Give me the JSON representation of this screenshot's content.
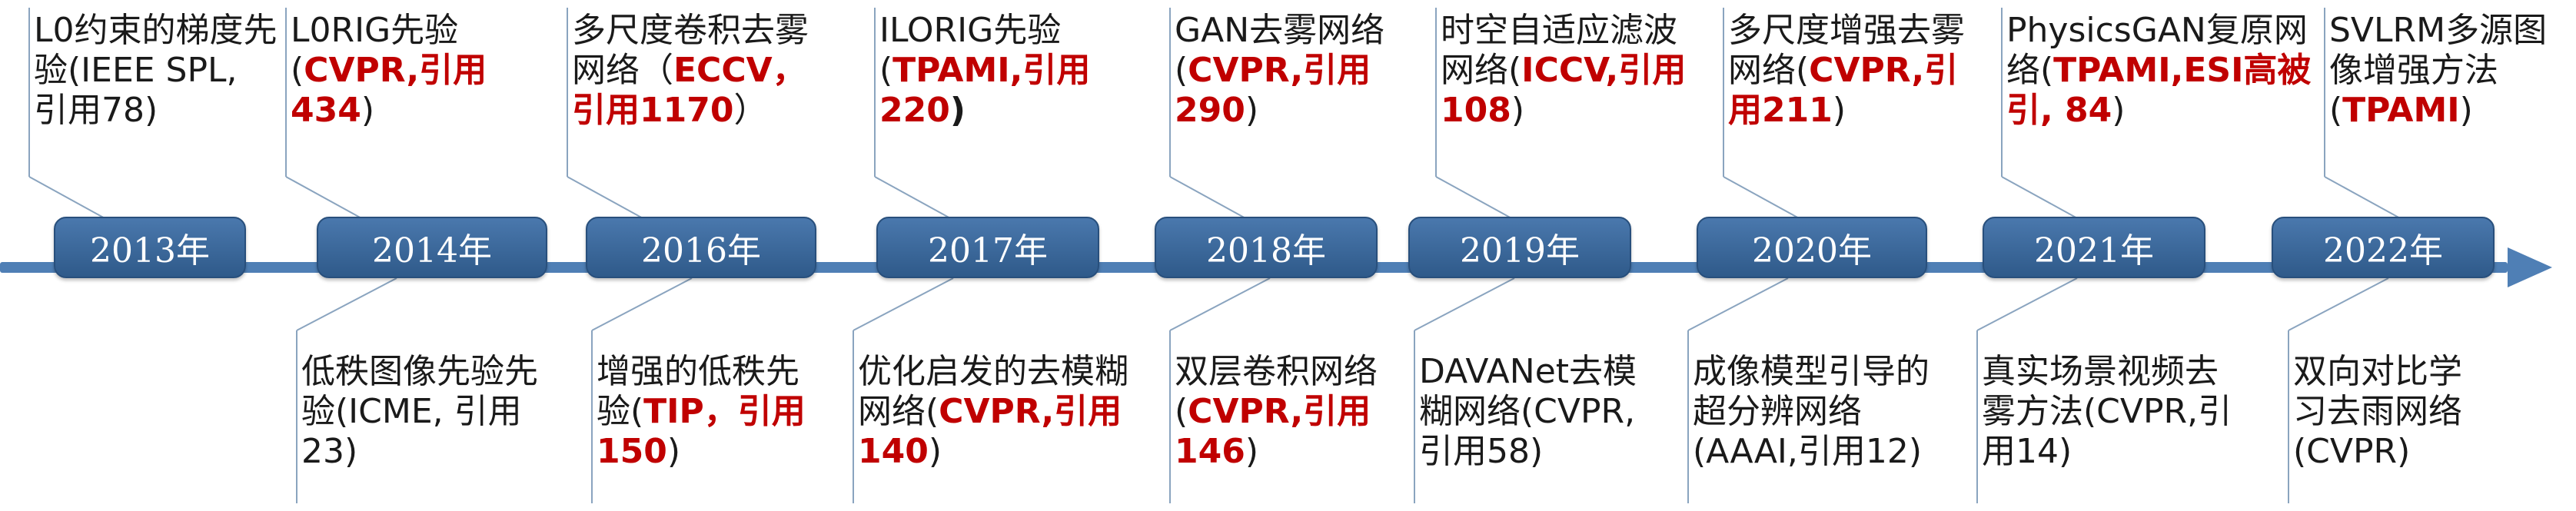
{
  "colors": {
    "axis": "#4f7fb5",
    "box_fill": "#3d6ca0",
    "box_border": "#284f7c",
    "connector": "#8aa4bf",
    "highlight": "#c00000",
    "text": "#1a1a1a"
  },
  "years": [
    "2013年",
    "2014年",
    "2016年",
    "2017年",
    "2018年",
    "2019年",
    "2020年",
    "2021年",
    "2022年"
  ],
  "top_labels": [
    {
      "year": "2013年",
      "parts": [
        {
          "t": "L0约束的梯度先验(IEEE SPL, 引用78)",
          "s": "n"
        }
      ]
    },
    {
      "year": "2014年",
      "parts": [
        {
          "t": "L0RIG先验",
          "s": "n"
        },
        {
          "t": "(",
          "s": "n"
        },
        {
          "t": "CVPR,引用434",
          "s": "h"
        },
        {
          "t": ")",
          "s": "n"
        }
      ]
    },
    {
      "year": "2016年",
      "parts": [
        {
          "t": "多尺度卷积去雾网络（",
          "s": "n"
        },
        {
          "t": "ECCV，引用1170",
          "s": "h"
        },
        {
          "t": "）",
          "s": "n"
        }
      ]
    },
    {
      "year": "2017年",
      "parts": [
        {
          "t": "ILORIG先验",
          "s": "n"
        },
        {
          "t": "(",
          "s": "n"
        },
        {
          "t": "TPAMI,引用220",
          "s": "h"
        },
        {
          "t": ")",
          "s": "b"
        }
      ]
    },
    {
      "year": "2018年",
      "parts": [
        {
          "t": "GAN去雾网络",
          "s": "n"
        },
        {
          "t": "(",
          "s": "n"
        },
        {
          "t": "CVPR,引用290",
          "s": "h"
        },
        {
          "t": ")",
          "s": "n"
        }
      ]
    },
    {
      "year": "2019年",
      "parts": [
        {
          "t": "时空自适应滤波网络",
          "s": "n"
        },
        {
          "t": "(",
          "s": "n"
        },
        {
          "t": "ICCV,引用108",
          "s": "h"
        },
        {
          "t": ")",
          "s": "n"
        }
      ]
    },
    {
      "year": "2020年",
      "parts": [
        {
          "t": "多尺度增强去雾网络",
          "s": "n"
        },
        {
          "t": "(",
          "s": "n"
        },
        {
          "t": "CVPR,引用211",
          "s": "h"
        },
        {
          "t": ")",
          "s": "n"
        }
      ]
    },
    {
      "year": "2021年",
      "parts": [
        {
          "t": "PhysicsGAN复原网络",
          "s": "n"
        },
        {
          "t": "(",
          "s": "n"
        },
        {
          "t": "TPAMI,ESI高被引, 84",
          "s": "h"
        },
        {
          "t": ")",
          "s": "n"
        }
      ]
    },
    {
      "year": "2022年",
      "parts": [
        {
          "t": "SVLRM多源图像增强方法",
          "s": "n"
        },
        {
          "t": "(",
          "s": "n"
        },
        {
          "t": "TPAMI",
          "s": "h"
        },
        {
          "t": ")",
          "s": "n"
        }
      ]
    }
  ],
  "bottom_labels": [
    {
      "year": "2014年",
      "parts": [
        {
          "t": "低秩图像先验先验(ICME, 引用23)",
          "s": "n"
        }
      ]
    },
    {
      "year": "2016年",
      "parts": [
        {
          "t": "增强的低秩先验",
          "s": "n"
        },
        {
          "t": "(",
          "s": "n"
        },
        {
          "t": "TIP，引用150",
          "s": "h"
        },
        {
          "t": ")",
          "s": "n"
        }
      ]
    },
    {
      "year": "2017年",
      "parts": [
        {
          "t": "优化启发的去模糊网络",
          "s": "n"
        },
        {
          "t": "(",
          "s": "n"
        },
        {
          "t": "CVPR,引用140",
          "s": "h"
        },
        {
          "t": ")",
          "s": "n"
        }
      ]
    },
    {
      "year": "2018年",
      "parts": [
        {
          "t": "双层卷积网络",
          "s": "n"
        },
        {
          "t": "(",
          "s": "n"
        },
        {
          "t": "CVPR,引用146",
          "s": "h"
        },
        {
          "t": ")",
          "s": "n"
        }
      ]
    },
    {
      "year": "2019年",
      "parts": [
        {
          "t": "DAVANet去模糊网络(CVPR, 引用58)",
          "s": "n"
        }
      ]
    },
    {
      "year": "2020年",
      "parts": [
        {
          "t": "成像模型引导的超分辨网络(AAAI,引用12)",
          "s": "n"
        }
      ]
    },
    {
      "year": "2021年",
      "parts": [
        {
          "t": "真实场景视频去雾方法(CVPR,引用14)",
          "s": "n"
        }
      ]
    },
    {
      "year": "2022年",
      "parts": [
        {
          "t": "双向对比学习去雨网络(CVPR)",
          "s": "n"
        }
      ]
    }
  ]
}
